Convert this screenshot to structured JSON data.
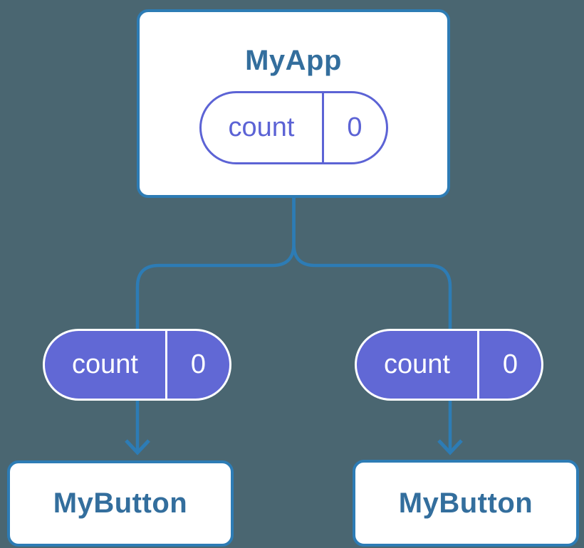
{
  "background_color": "#4a6671",
  "colors": {
    "connector_blue": "#2d7cb5",
    "node_title_blue": "#336e9d",
    "state_purple_fill": "#6168d5",
    "state_purple_outline": "#5c63d5",
    "node_fill_white": "#ffffff"
  },
  "diagram": {
    "type": "component-tree",
    "root": {
      "label": "MyApp",
      "state_pill": {
        "name": "count",
        "value": "0",
        "style": "outlined"
      }
    },
    "children": [
      {
        "label": "MyButton",
        "state_pill": {
          "name": "count",
          "value": "0",
          "style": "filled"
        }
      },
      {
        "label": "MyButton",
        "state_pill": {
          "name": "count",
          "value": "0",
          "style": "filled"
        }
      }
    ]
  }
}
